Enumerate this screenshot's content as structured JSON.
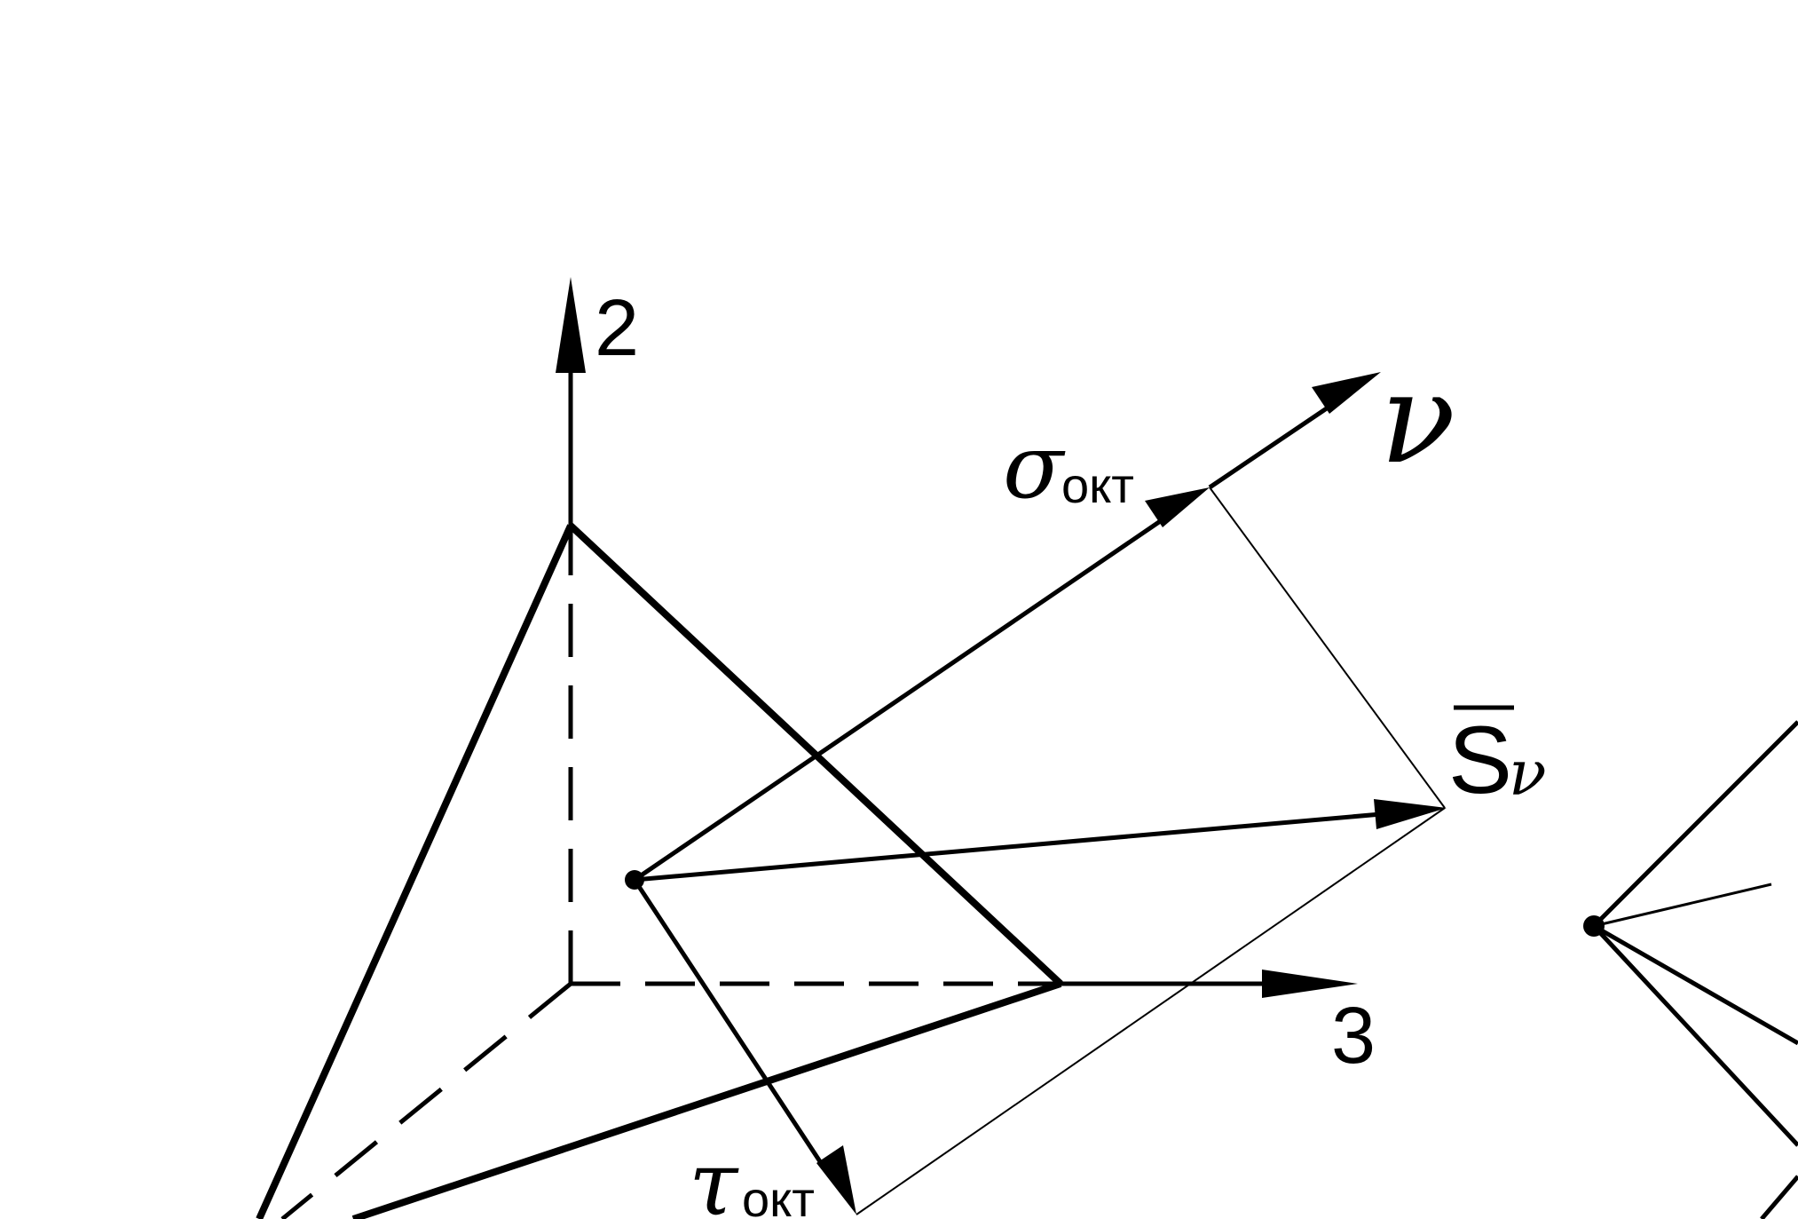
{
  "diagram": {
    "axis_labels": {
      "axis2": "2",
      "axis3": "3"
    },
    "vectors": {
      "sigma_oct": {
        "symbol": "σ",
        "subscript": "окт"
      },
      "tau_oct": {
        "symbol": "τ",
        "subscript": "окт"
      },
      "stress_vector": {
        "symbol": "S",
        "subscript": "ν"
      },
      "normal": {
        "symbol": "ν"
      }
    },
    "colors": {
      "ink": "#000000",
      "background": "#ffffff"
    }
  }
}
